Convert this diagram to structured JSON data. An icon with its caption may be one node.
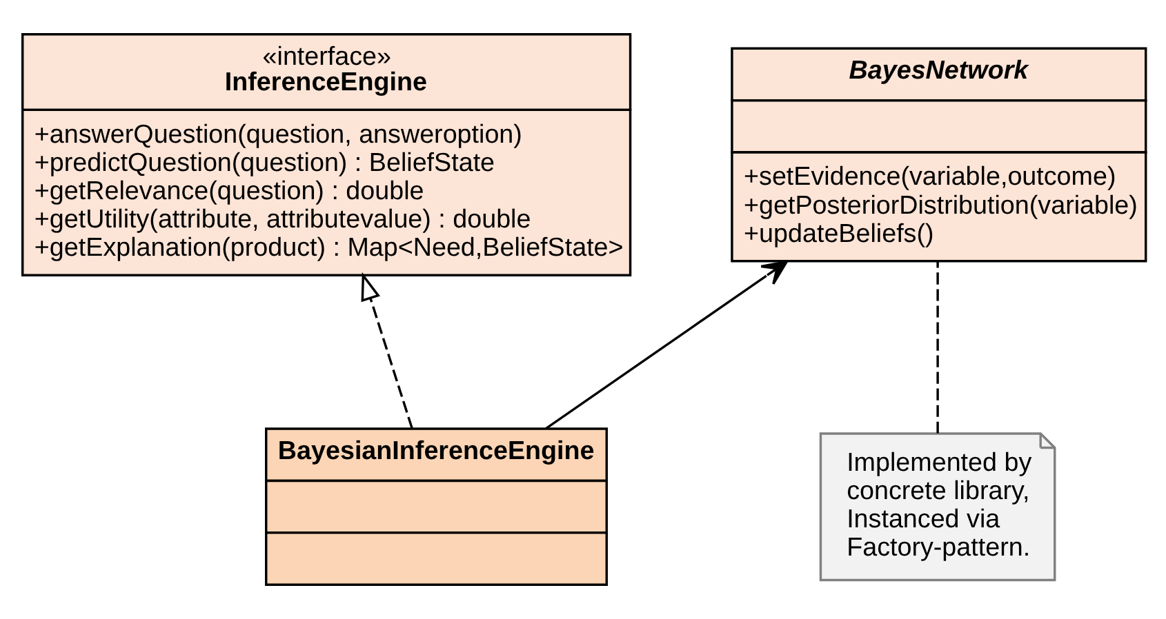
{
  "diagram": {
    "nodes": [
      {
        "text": [
          "«interface»",
          "InferenceEngine",
          "+answerQuestion(question, answeroption)",
          "+predictQuestion(question) : BeliefState",
          "+getRelevance(question) : double",
          "+getUtility(attribute, attributevalue) : double",
          "+getExplanation(product) : Map<Need,BeliefState>"
        ]
      },
      {
        "text": [
          "BayesNetwork",
          "+setEvidence(variable,outcome)",
          "+getPosteriorDistribution(variable)",
          "+updateBeliefs()"
        ]
      },
      {
        "text": [
          "BayesianInferenceEngine"
        ]
      },
      {
        "text": [
          "Implemented by concrete library, Instanced via Factory-pattern."
        ]
      }
    ],
    "edges": [
      {
        "from": 2,
        "to": 0,
        "arrow": "to",
        "style": "dashed"
      },
      {
        "from": 2,
        "to": 1,
        "arrow": "to"
      },
      {
        "from": 3,
        "to": 1,
        "arrow": "none",
        "style": "dashed"
      }
    ]
  }
}
